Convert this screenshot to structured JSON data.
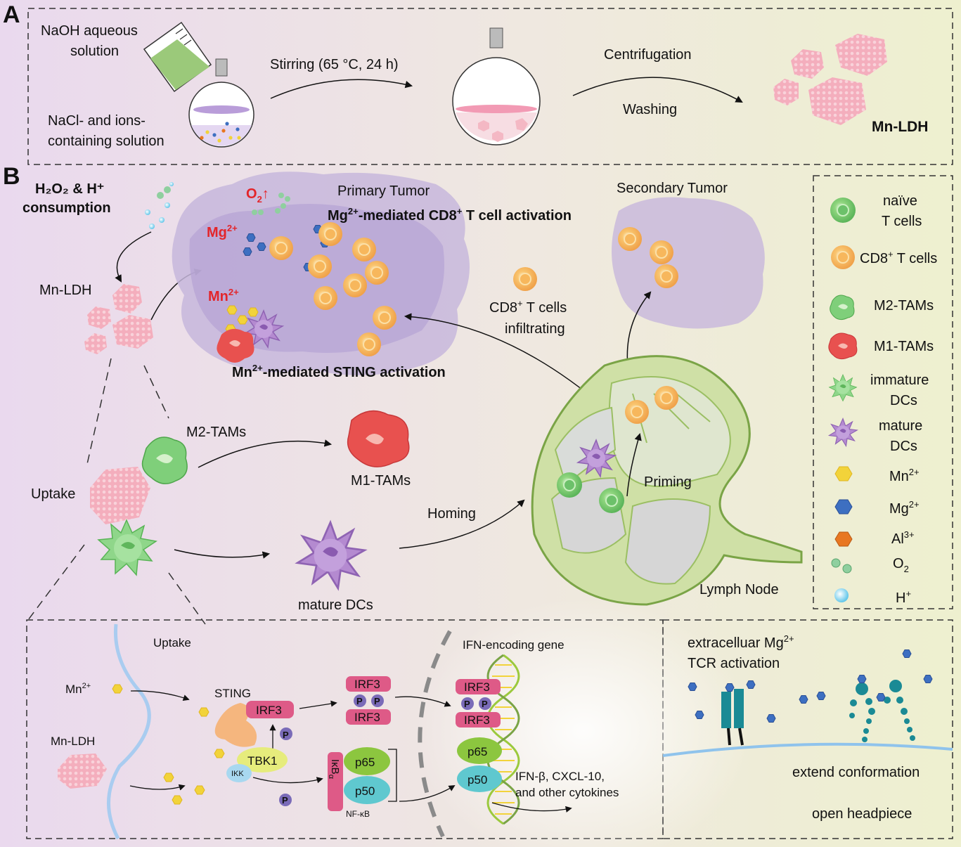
{
  "colors": {
    "bg_left": "#ead9ee",
    "bg_right": "#eef0cf",
    "tcell_orange": "#f5b35e",
    "naive_green": "#7fcf7a",
    "m1_red": "#e8514f",
    "dc_purple": "#a980c8",
    "mn_yellow": "#f2d33a",
    "mg_blue": "#3d6fc1",
    "al_orange": "#e87722",
    "ldh_pink": "#f2a4b4",
    "irf3_pink": "#de5a87",
    "p65_green": "#8cc63f",
    "p50_teal": "#5fc8cf",
    "tbk1_yellow": "#e6ec7c",
    "sting_orange": "#f5b67e",
    "red_text": "#e3252a"
  },
  "panel_a": {
    "label": "A",
    "naoh": [
      "NaOH aqueous",
      "solution"
    ],
    "nacl": [
      "NaCl- and ions-",
      "containing solution"
    ],
    "stirring": "Stirring (65 °C, 24 h)",
    "centrifugation": "Centrifugation",
    "washing": "Washing",
    "product": "Mn-LDH"
  },
  "panel_b": {
    "label": "B",
    "consumption": [
      "H₂O₂ & H⁺",
      "consumption"
    ],
    "mn_ldh": "Mn-LDH",
    "o2": {
      "base": "O",
      "sub": "2",
      "arrow": "↑"
    },
    "mg_label": {
      "base": "Mg",
      "sup": "2+"
    },
    "mn_label": {
      "base": "Mn",
      "sup": "2+"
    },
    "primary_tumor": "Primary Tumor",
    "cd8_activation": {
      "a": "Mg",
      "a_sup": "2+",
      "b": "-mediated CD8",
      "b_sup": "+",
      "c": " T cell activation"
    },
    "sting_activation": {
      "a": "Mn",
      "a_sup": "2+",
      "b": "-mediated STING activation"
    },
    "secondary_tumor": "Secondary Tumor",
    "cd8_infiltrating": {
      "line1_a": "CD8",
      "line1_sup": "+",
      "line1_b": " T cells",
      "line2": "infiltrating"
    },
    "m2_tams": "M2-TAMs",
    "m1_tams": "M1-TAMs",
    "uptake": "Uptake",
    "mature_dcs": "mature DCs",
    "homing": "Homing",
    "priming": "Priming",
    "lymph_node": "Lymph Node"
  },
  "legend": {
    "items": [
      {
        "icon": "naive-tcell",
        "lines": [
          "naïve",
          "T cells"
        ]
      },
      {
        "icon": "cd8-tcell",
        "a": "CD8",
        "sup": "+",
        "b": " T cells"
      },
      {
        "icon": "m2-tam",
        "lines": [
          "M2-TAMs"
        ]
      },
      {
        "icon": "m1-tam",
        "lines": [
          "M1-TAMs"
        ]
      },
      {
        "icon": "immature-dc",
        "lines": [
          "immature",
          "DCs"
        ]
      },
      {
        "icon": "mature-dc",
        "lines": [
          "mature",
          "DCs"
        ]
      },
      {
        "icon": "mn-ion",
        "a": "Mn",
        "sup": "2+"
      },
      {
        "icon": "mg-ion",
        "a": "Mg",
        "sup": "2+"
      },
      {
        "icon": "al-ion",
        "a": "Al",
        "sup": "3+"
      },
      {
        "icon": "o2-molecule",
        "a": "O",
        "sub": "2"
      },
      {
        "icon": "h-ion",
        "a": "H",
        "sup": "+"
      }
    ]
  },
  "pathway": {
    "uptake": "Uptake",
    "mn_ion": {
      "base": "Mn",
      "sup": "2+"
    },
    "mn_ldh": "Mn-LDH",
    "sting": "STING",
    "irf3": "IRF3",
    "p": "P",
    "tbk1": "TBK1",
    "ikk": "IKK",
    "ikb": "IκB",
    "ikb_sub": "α",
    "p65": "p65",
    "p50": "p50",
    "nfkb": "NF-κB",
    "ifn_gene": "IFN-encoding gene",
    "cytokines": [
      "IFN-β, CXCL-10,",
      "and other cytokines"
    ]
  },
  "tcr": {
    "title_a": "extracelluar Mg",
    "title_sup": "2+",
    "title_line2": "TCR activation",
    "extend": "extend conformation",
    "open": "open headpiece"
  }
}
